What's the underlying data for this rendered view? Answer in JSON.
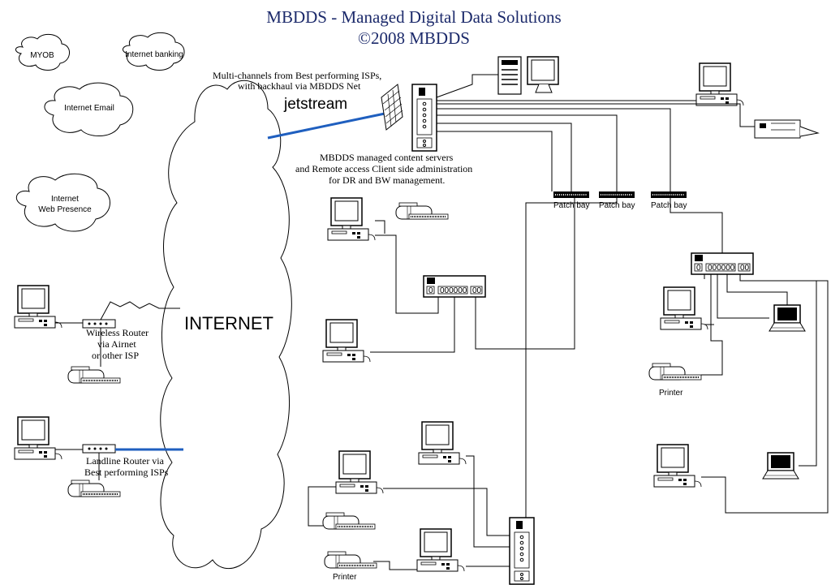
{
  "title": {
    "line1": "MBDDS -  Managed Digital Data Solutions",
    "line2": "©2008 MBDDS"
  },
  "clouds": {
    "myob": "MYOB",
    "banking": "Internet banking",
    "email": "Internet Email",
    "web_line1": "Internet",
    "web_line2": "Web Presence"
  },
  "internet": {
    "label": "INTERNET",
    "jetstream": "jetstream"
  },
  "captions": {
    "isp_line1": "Multi-channels from Best performing ISPs,",
    "isp_line2": "with backhaul via MBDDS Net",
    "servers_line1": "MBDDS managed content servers",
    "servers_line2": "and Remote access Client side administration",
    "servers_line3": "for DR and BW management.",
    "wireless_line1": "Wireless Router",
    "wireless_line2": "via Airnet",
    "wireless_line3": "or other ISP",
    "landline_line1": "Landline Router via",
    "landline_line2": "Best performing ISPs"
  },
  "patch_bays": [
    "Patch bay",
    "Patch bay",
    "Patch bay"
  ],
  "printers": {
    "right": "Printer",
    "bottom": "Printer"
  },
  "colors": {
    "title": "#1c2a6b",
    "link": "#1f5fbf"
  }
}
